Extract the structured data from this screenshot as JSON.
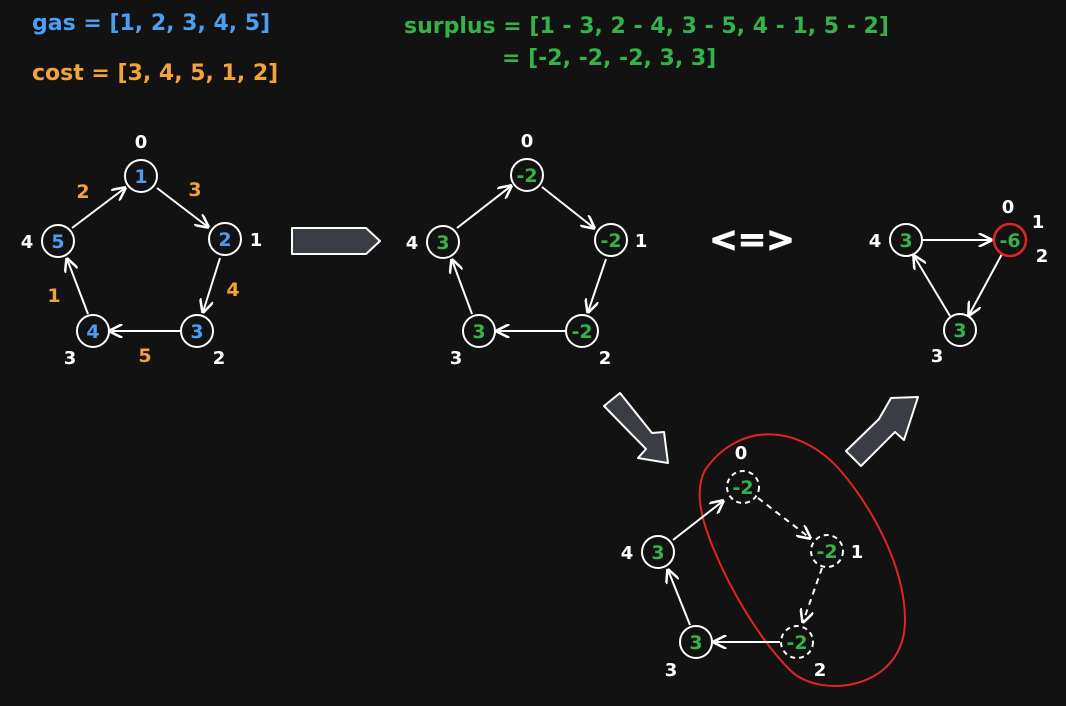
{
  "header": {
    "gas": "gas = [1, 2, 3, 4, 5]",
    "cost": "cost = [3, 4, 5, 1, 2]",
    "surplus_line1": "surplus = [1 - 3, 2 - 4, 3 - 5, 4 - 1, 5 - 2]",
    "surplus_line2": "= [-2, -2, -2, 3, 3]"
  },
  "colors": {
    "background": "#121212",
    "gas": "#4a9ff5",
    "cost": "#f2a33a",
    "surplus": "#35b34a",
    "line": "#ffffff",
    "highlight": "#e02424",
    "block_arrow": "#3a3d44"
  },
  "graph1": {
    "nodes": [
      {
        "value": "1",
        "index": "0"
      },
      {
        "value": "2",
        "index": "1"
      },
      {
        "value": "3",
        "index": "2"
      },
      {
        "value": "4",
        "index": "3"
      },
      {
        "value": "5",
        "index": "4"
      }
    ],
    "edge_costs": [
      "3",
      "4",
      "5",
      "1",
      "2"
    ]
  },
  "graph2": {
    "nodes": [
      {
        "value": "-2",
        "index": "0"
      },
      {
        "value": "-2",
        "index": "1"
      },
      {
        "value": "-2",
        "index": "2"
      },
      {
        "value": "3",
        "index": "3"
      },
      {
        "value": "3",
        "index": "4"
      }
    ]
  },
  "graph3": {
    "nodes": [
      {
        "value": "-2",
        "index": "0"
      },
      {
        "value": "-2",
        "index": "1"
      },
      {
        "value": "-2",
        "index": "2"
      },
      {
        "value": "3",
        "index": "3"
      },
      {
        "value": "3",
        "index": "4"
      }
    ]
  },
  "graph4": {
    "nodes": [
      {
        "value": "-6",
        "index_a": "0",
        "index_b": "1",
        "index_c": "2"
      },
      {
        "value": "3",
        "index": "3"
      },
      {
        "value": "3",
        "index": "4"
      }
    ]
  },
  "equivalence_symbol": "<=>"
}
